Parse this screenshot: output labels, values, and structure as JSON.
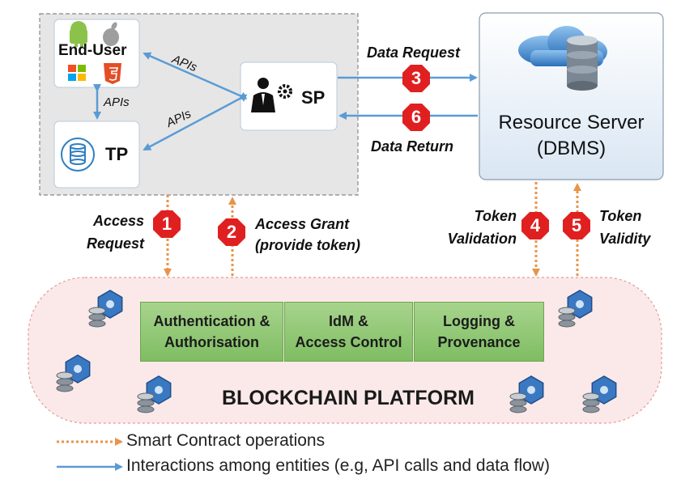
{
  "end_user": {
    "label": "End-User"
  },
  "tp": {
    "label": "TP"
  },
  "sp": {
    "label": "SP"
  },
  "resource_server": {
    "line1": "Resource Server",
    "line2": "(DBMS)"
  },
  "edges": {
    "apis_user_sp": "APIs",
    "apis_user_tp": "APIs",
    "apis_tp_sp": "APIs",
    "data_request": "Data Request",
    "data_return": "Data Return",
    "access_request_1": "Access",
    "access_request_2": "Request",
    "access_grant_1": "Access Grant",
    "access_grant_2": "(provide token)",
    "token_validation_1": "Token",
    "token_validation_2": "Validation",
    "token_validity_1": "Token",
    "token_validity_2": "Validity"
  },
  "steps": [
    "1",
    "2",
    "3",
    "4",
    "5",
    "6"
  ],
  "blockchain": {
    "title": "BLOCKCHAIN PLATFORM",
    "modules": [
      {
        "line1": "Authentication &",
        "line2": "Authorisation"
      },
      {
        "line1": "IdM &",
        "line2": "Access Control"
      },
      {
        "line1": "Logging &",
        "line2": "Provenance"
      }
    ]
  },
  "legend": {
    "smart_contract": "Smart Contract operations",
    "interactions": "Interactions among entities (e.g, API calls and data flow)"
  },
  "colors": {
    "blue_arrow": "#5b9bd5",
    "orange_arrow": "#e8944a",
    "badge_red": "#e02020",
    "module_green": "#8cc56f"
  }
}
